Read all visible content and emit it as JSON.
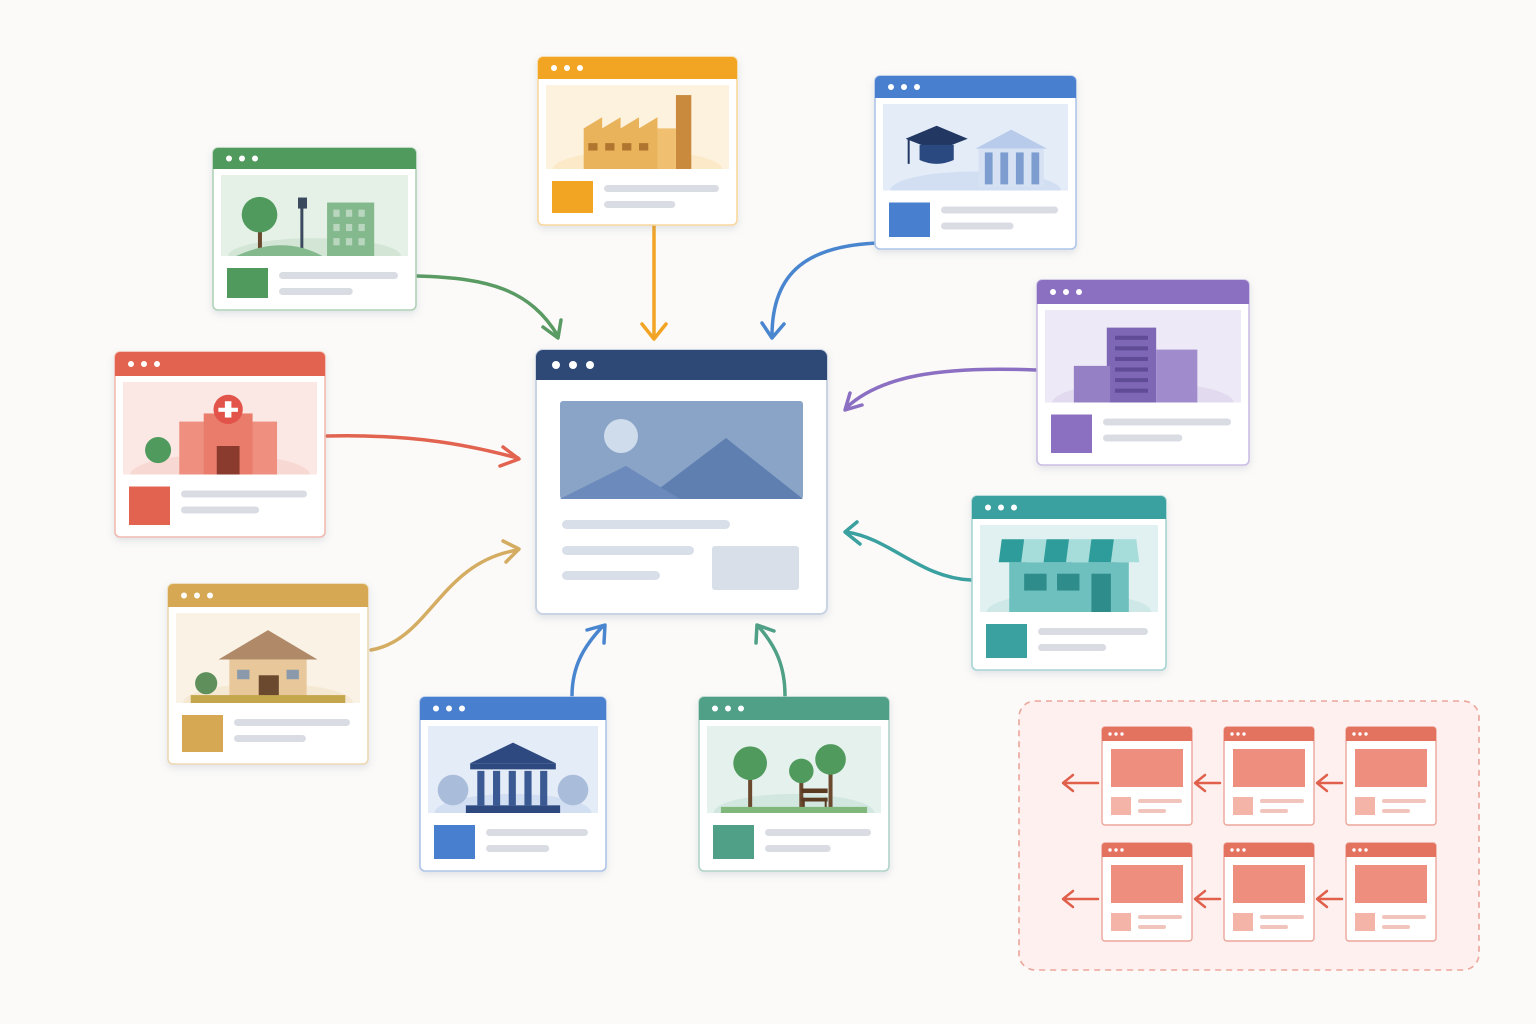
{
  "diagram": {
    "hub": {
      "name": "central-page",
      "header_color": "#2f4a74",
      "image_color": "#7f9cc4"
    },
    "sources": [
      {
        "name": "park-page",
        "scene": "park-scene-icon",
        "color": "#4f9a5c"
      },
      {
        "name": "factory-page",
        "scene": "factory-icon",
        "color": "#f2a524"
      },
      {
        "name": "education-page",
        "scene": "graduation-cap-icon",
        "color": "#4a7fcf"
      },
      {
        "name": "office-buildings-page",
        "scene": "office-building-icon",
        "color": "#8b6fc2"
      },
      {
        "name": "hospital-page",
        "scene": "hospital-icon",
        "color": "#e2634f"
      },
      {
        "name": "storefront-page",
        "scene": "storefront-icon",
        "color": "#3aa0a0"
      },
      {
        "name": "house-page",
        "scene": "house-icon",
        "color": "#d6a853"
      },
      {
        "name": "government-page",
        "scene": "government-building-icon",
        "color": "#4a7fcf"
      },
      {
        "name": "trees-bench-page",
        "scene": "trees-bench-icon",
        "color": "#4fa086"
      }
    ],
    "chain_group": {
      "name": "outbound-chain-group",
      "color": "#e3725f",
      "rows": 2,
      "cards_per_row": 3
    }
  }
}
